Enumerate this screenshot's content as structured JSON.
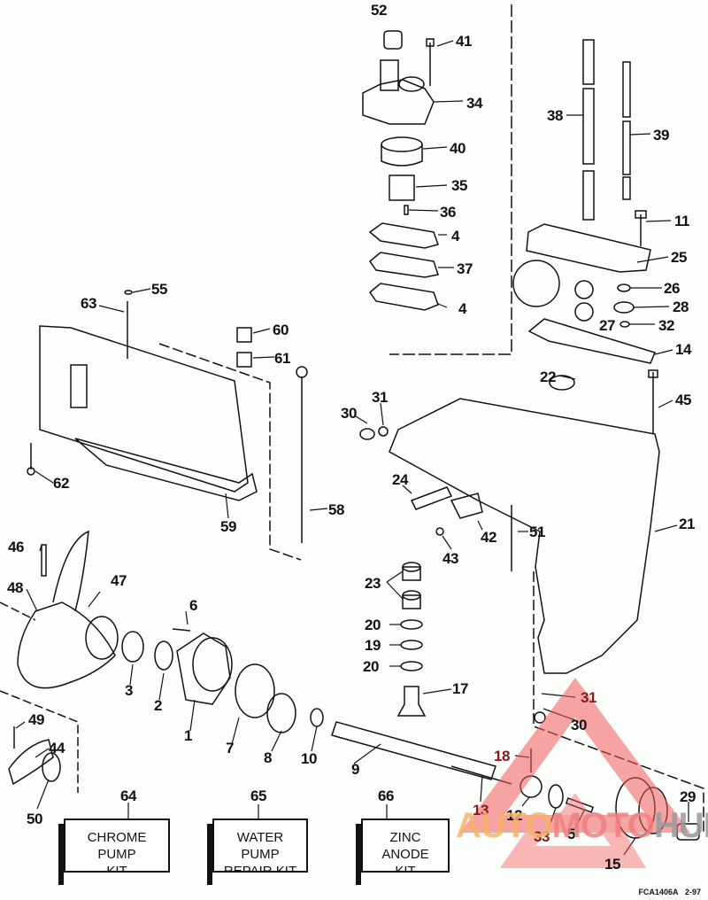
{
  "document": {
    "title": "Gearcase exploded parts diagram",
    "figure_code": "FCA1406A",
    "revision": "2-97"
  },
  "callouts": [
    {
      "id": "52",
      "text": "52"
    },
    {
      "id": "41",
      "text": "41"
    },
    {
      "id": "34",
      "text": "34"
    },
    {
      "id": "40",
      "text": "40"
    },
    {
      "id": "35",
      "text": "35"
    },
    {
      "id": "36",
      "text": "36"
    },
    {
      "id": "4a",
      "text": "4"
    },
    {
      "id": "37",
      "text": "37"
    },
    {
      "id": "4b",
      "text": "4"
    },
    {
      "id": "38",
      "text": "38"
    },
    {
      "id": "39",
      "text": "39"
    },
    {
      "id": "11",
      "text": "11"
    },
    {
      "id": "25",
      "text": "25"
    },
    {
      "id": "26",
      "text": "26"
    },
    {
      "id": "28",
      "text": "28"
    },
    {
      "id": "27",
      "text": "27"
    },
    {
      "id": "32",
      "text": "32"
    },
    {
      "id": "14",
      "text": "14"
    },
    {
      "id": "55",
      "text": "55"
    },
    {
      "id": "63",
      "text": "63"
    },
    {
      "id": "60",
      "text": "60"
    },
    {
      "id": "61",
      "text": "61"
    },
    {
      "id": "62",
      "text": "62"
    },
    {
      "id": "59",
      "text": "59"
    },
    {
      "id": "58",
      "text": "58"
    },
    {
      "id": "22",
      "text": "22"
    },
    {
      "id": "45",
      "text": "45"
    },
    {
      "id": "30a",
      "text": "30"
    },
    {
      "id": "31a",
      "text": "31"
    },
    {
      "id": "24",
      "text": "24"
    },
    {
      "id": "42",
      "text": "42"
    },
    {
      "id": "43",
      "text": "43"
    },
    {
      "id": "51",
      "text": "51"
    },
    {
      "id": "21",
      "text": "21"
    },
    {
      "id": "23",
      "text": "23"
    },
    {
      "id": "20a",
      "text": "20"
    },
    {
      "id": "19",
      "text": "19"
    },
    {
      "id": "20b",
      "text": "20"
    },
    {
      "id": "17",
      "text": "17"
    },
    {
      "id": "46",
      "text": "46"
    },
    {
      "id": "47",
      "text": "47"
    },
    {
      "id": "48",
      "text": "48"
    },
    {
      "id": "6",
      "text": "6"
    },
    {
      "id": "3",
      "text": "3"
    },
    {
      "id": "2",
      "text": "2"
    },
    {
      "id": "1",
      "text": "1"
    },
    {
      "id": "7",
      "text": "7"
    },
    {
      "id": "8",
      "text": "8"
    },
    {
      "id": "10",
      "text": "10"
    },
    {
      "id": "9",
      "text": "9"
    },
    {
      "id": "49",
      "text": "49"
    },
    {
      "id": "44",
      "text": "44"
    },
    {
      "id": "50",
      "text": "50"
    },
    {
      "id": "31b",
      "text": "31"
    },
    {
      "id": "30b",
      "text": "30"
    },
    {
      "id": "18",
      "text": "18"
    },
    {
      "id": "13",
      "text": "13"
    },
    {
      "id": "12",
      "text": "12"
    },
    {
      "id": "33",
      "text": "33"
    },
    {
      "id": "5",
      "text": "5"
    },
    {
      "id": "15",
      "text": "15"
    },
    {
      "id": "29",
      "text": "29"
    },
    {
      "id": "64",
      "text": "64"
    },
    {
      "id": "65",
      "text": "65"
    },
    {
      "id": "66",
      "text": "66"
    }
  ],
  "kits": [
    {
      "number": "64",
      "line1": "CHROME",
      "line2": "PUMP",
      "line3": "KIT"
    },
    {
      "number": "65",
      "line1": "WATER",
      "line2": "PUMP",
      "line3": "REPAIR KIT"
    },
    {
      "number": "66",
      "line1": "ZINC",
      "line2": "ANODE",
      "line3": "KIT"
    }
  ],
  "watermark": {
    "part1": "AUTO",
    "part2": "MOTO",
    "part3": "HUB",
    "colors": {
      "triangle": "#f05a5a",
      "auto": "#f6b36a",
      "moto": "#f08080",
      "hub": "#9a9a9a"
    }
  },
  "colors": {
    "line": "#111111",
    "background": "#fdfffd"
  }
}
